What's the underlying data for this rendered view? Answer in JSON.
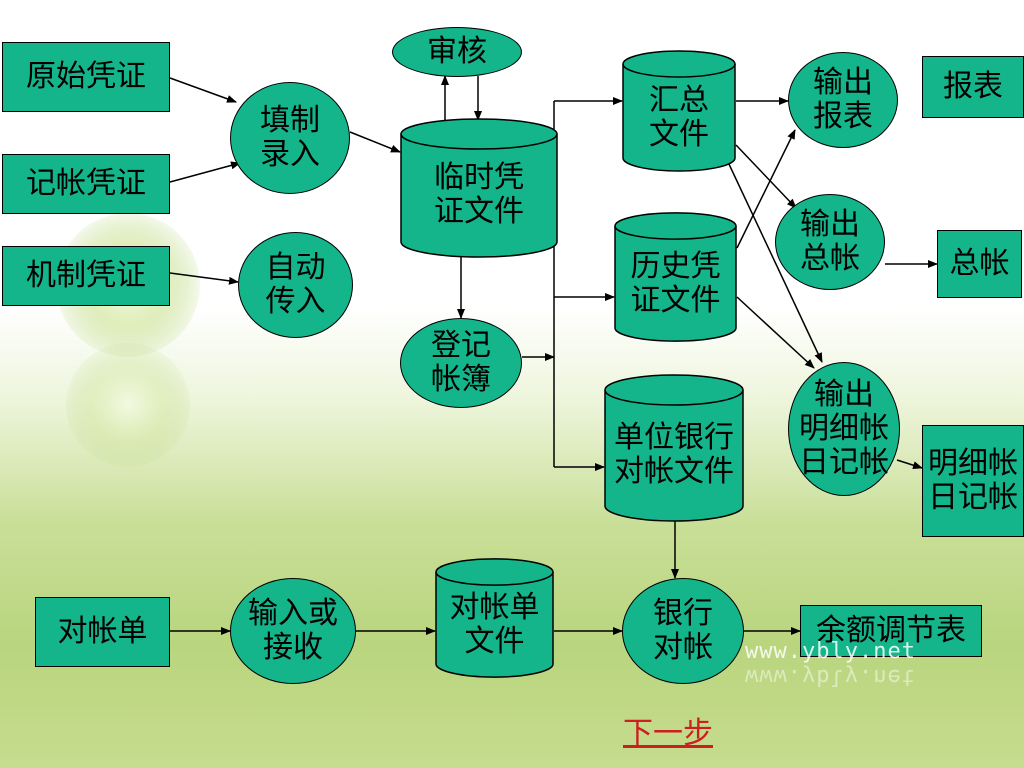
{
  "nodes": {
    "original_voucher": "原始凭证",
    "bookkeeping_voucher": "记帐凭证",
    "machine_voucher": "机制凭证",
    "fill_entry": "填制\n录入",
    "auto_transfer": "自动\n传入",
    "review": "审核",
    "temp_voucher_file": "临时凭\n证文件",
    "register_ledger": "登记\n帐簿",
    "summary_file": "汇总\n文件",
    "history_voucher_file": "历史凭\n证文件",
    "bank_reconcile_file": "单位银行\n对帐文件",
    "output_report": "输出\n报表",
    "report": "报表",
    "output_general_ledger": "输出\n总帐",
    "general_ledger": "总帐",
    "output_detail_journal": "输出\n明细帐\n日记帐",
    "detail_journal": "明细帐\n日记帐",
    "statement": "对帐单",
    "input_or_receive": "输入或\n接收",
    "statement_file": "对帐单\n文件",
    "bank_reconcile": "银行\n对帐",
    "balance_adjust_table": "余额调节表"
  },
  "watermark": "www.ybly.net",
  "next_step": "下一步",
  "colors": {
    "node_fill": "#14b58a",
    "stroke": "#000000",
    "link": "#cc1f1f"
  }
}
